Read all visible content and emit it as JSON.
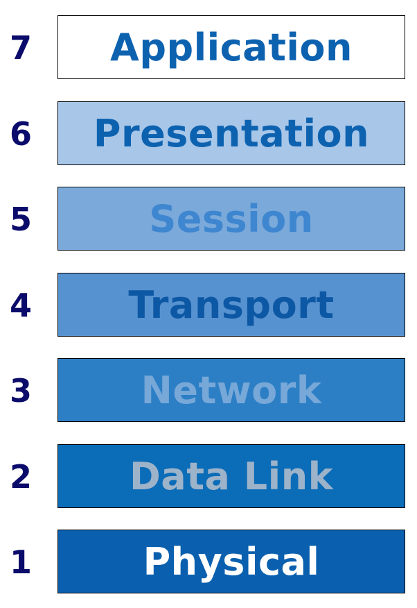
{
  "layers": [
    {
      "number": "7",
      "name": "Application",
      "box_color": "#ffffff",
      "text_color": "#0d62b0"
    },
    {
      "number": "6",
      "name": "Presentation",
      "box_color": "#a7c6e8",
      "text_color": "#0d62b0"
    },
    {
      "number": "5",
      "name": "Session",
      "box_color": "#7aa9da",
      "text_color": "#3e86cf"
    },
    {
      "number": "4",
      "name": "Transport",
      "box_color": "#5792d0",
      "text_color": "#0d58a4"
    },
    {
      "number": "3",
      "name": "Network",
      "box_color": "#2c7fc5",
      "text_color": "#78a8d8"
    },
    {
      "number": "2",
      "name": "Data Link",
      "box_color": "#0b6cb8",
      "text_color": "#9db3c9"
    },
    {
      "number": "1",
      "name": "Physical",
      "box_color": "#0a60ae",
      "text_color": "#ffffff"
    }
  ]
}
